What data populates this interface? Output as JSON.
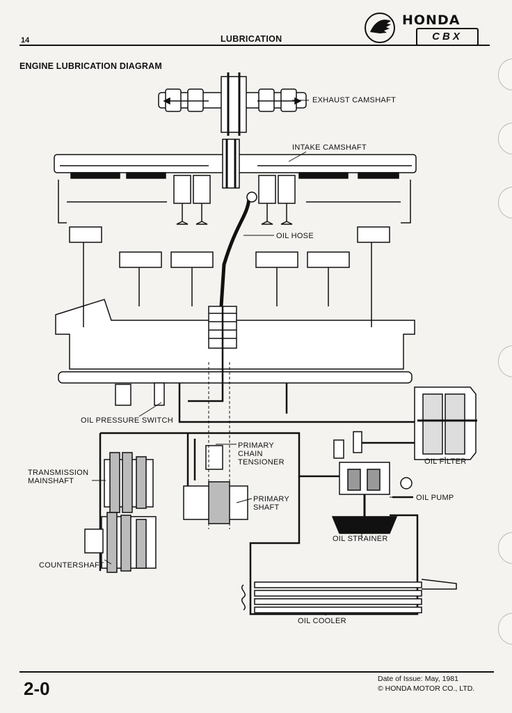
{
  "header": {
    "page_number": "14",
    "section_title": "LUBRICATION",
    "brand": "HONDA",
    "model_badge": "CBX"
  },
  "diagram_title": "ENGINE LUBRICATION DIAGRAM",
  "labels": {
    "exhaust_camshaft": "EXHAUST CAMSHAFT",
    "intake_camshaft": "INTAKE CAMSHAFT",
    "oil_hose": "OIL HOSE",
    "oil_pressure_switch": "OIL PRESSURE SWITCH",
    "primary_chain_tensioner": [
      "PRIMARY",
      "CHAIN",
      "TENSIONER"
    ],
    "transmission_mainshaft": [
      "TRANSMISSION",
      "MAINSHAFT"
    ],
    "primary_shaft": [
      "PRIMARY",
      "SHAFT"
    ],
    "oil_filter": "OIL FILTER",
    "oil_pump": "OIL PUMP",
    "oil_strainer": "OIL STRAINER",
    "countershaft": "COUNTERSHAFT",
    "oil_cooler": "OIL COOLER"
  },
  "footer": {
    "page_code": "2-0",
    "date_of_issue": "Date of Issue: May, 1981",
    "copyright": "© HONDA MOTOR CO., LTD."
  }
}
